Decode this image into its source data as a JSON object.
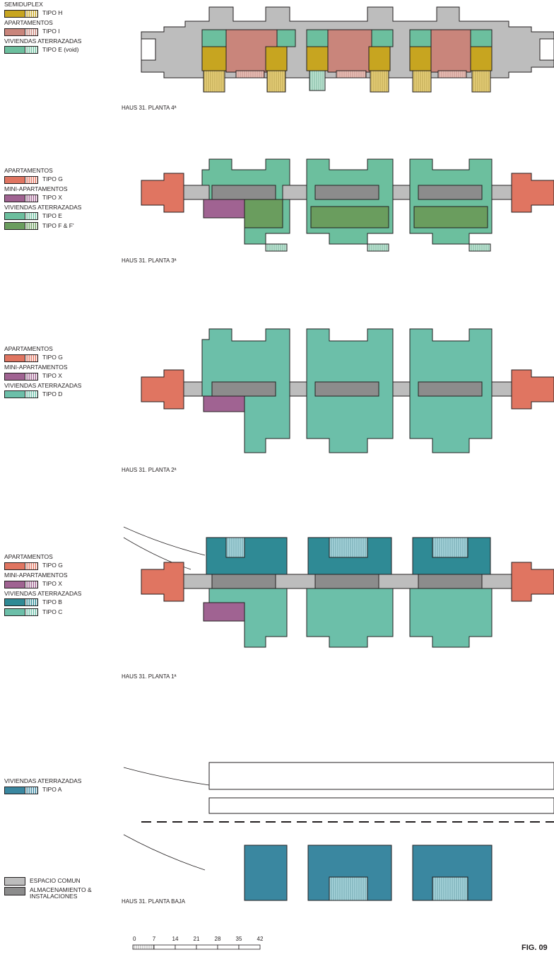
{
  "colors": {
    "tipo_h": "#c7a520",
    "tipo_i": "#c9857b",
    "tipo_e_void": "#6cbf9e",
    "tipo_g": "#e07561",
    "tipo_x": "#a06392",
    "tipo_e": "#6cbf9e",
    "tipo_f": "#6a9d5e",
    "tipo_d": "#6cbfa9",
    "tipo_b": "#2f8a95",
    "tipo_c": "#6cbfa9",
    "tipo_a": "#3a87a0",
    "comun": "#bdbdbd",
    "almac": "#8c8c8c"
  },
  "legends": {
    "planta4": {
      "groups": [
        {
          "heading": "SEMIDUPLEX",
          "items": [
            {
              "label": "TIPO H",
              "color": "#c7a520"
            }
          ]
        },
        {
          "heading": "APARTAMENTOS",
          "items": [
            {
              "label": "TIPO I",
              "color": "#c9857b"
            }
          ]
        },
        {
          "heading": "VIVIENDAS ATERRAZADAS",
          "items": [
            {
              "label": "TIPO E (void)",
              "color": "#6cbf9e"
            }
          ]
        }
      ]
    },
    "planta3": {
      "groups": [
        {
          "heading": "APARTAMENTOS",
          "items": [
            {
              "label": "TIPO G",
              "color": "#e07561"
            }
          ]
        },
        {
          "heading": "MINI-APARTAMENTOS",
          "items": [
            {
              "label": "TIPO X",
              "color": "#a06392"
            }
          ]
        },
        {
          "heading": "VIVIENDAS ATERRAZADAS",
          "items": [
            {
              "label": "TIPO E",
              "color": "#6cbf9e"
            },
            {
              "label": "TIPO F & F'",
              "color": "#6a9d5e"
            }
          ]
        }
      ]
    },
    "planta2": {
      "groups": [
        {
          "heading": "APARTAMENTOS",
          "items": [
            {
              "label": "TIPO G",
              "color": "#e07561"
            }
          ]
        },
        {
          "heading": "MINI-APARTAMENTOS",
          "items": [
            {
              "label": "TIPO X",
              "color": "#a06392"
            }
          ]
        },
        {
          "heading": "VIVIENDAS ATERRAZADAS",
          "items": [
            {
              "label": "TIPO D",
              "color": "#6cbfa9"
            }
          ]
        }
      ]
    },
    "planta1": {
      "groups": [
        {
          "heading": "APARTAMENTOS",
          "items": [
            {
              "label": "TIPO G",
              "color": "#e07561"
            }
          ]
        },
        {
          "heading": "MINI-APARTAMENTOS",
          "items": [
            {
              "label": "TIPO X",
              "color": "#a06392"
            }
          ]
        },
        {
          "heading": "VIVIENDAS ATERRAZADAS",
          "items": [
            {
              "label": "TIPO B",
              "color": "#2f8a95"
            },
            {
              "label": "TIPO C",
              "color": "#6cbfa9"
            }
          ]
        }
      ]
    },
    "plantabaja": {
      "groups": [
        {
          "heading": "VIVIENDAS ATERRAZADAS",
          "items": [
            {
              "label": "TIPO A",
              "color": "#3a87a0"
            }
          ]
        }
      ]
    }
  },
  "common_legend": {
    "espacio": "ESPACIO COMUN",
    "almac_line1": "ALMACENAMIENTO &",
    "almac_line2": "INSTALACIONES"
  },
  "captions": {
    "planta4": "HAUS 31. PLANTA 4ª",
    "planta3": "HAUS 31. PLANTA 3ª",
    "planta2": "HAUS 31. PLANTA 2ª",
    "planta1": "HAUS 31. PLANTA 1ª",
    "plantabaja": "HAUS 31. PLANTA BAJA"
  },
  "scale_labels": [
    "0",
    "7",
    "14",
    "21",
    "28",
    "35",
    "42"
  ],
  "figure_label": "FIG. 09"
}
